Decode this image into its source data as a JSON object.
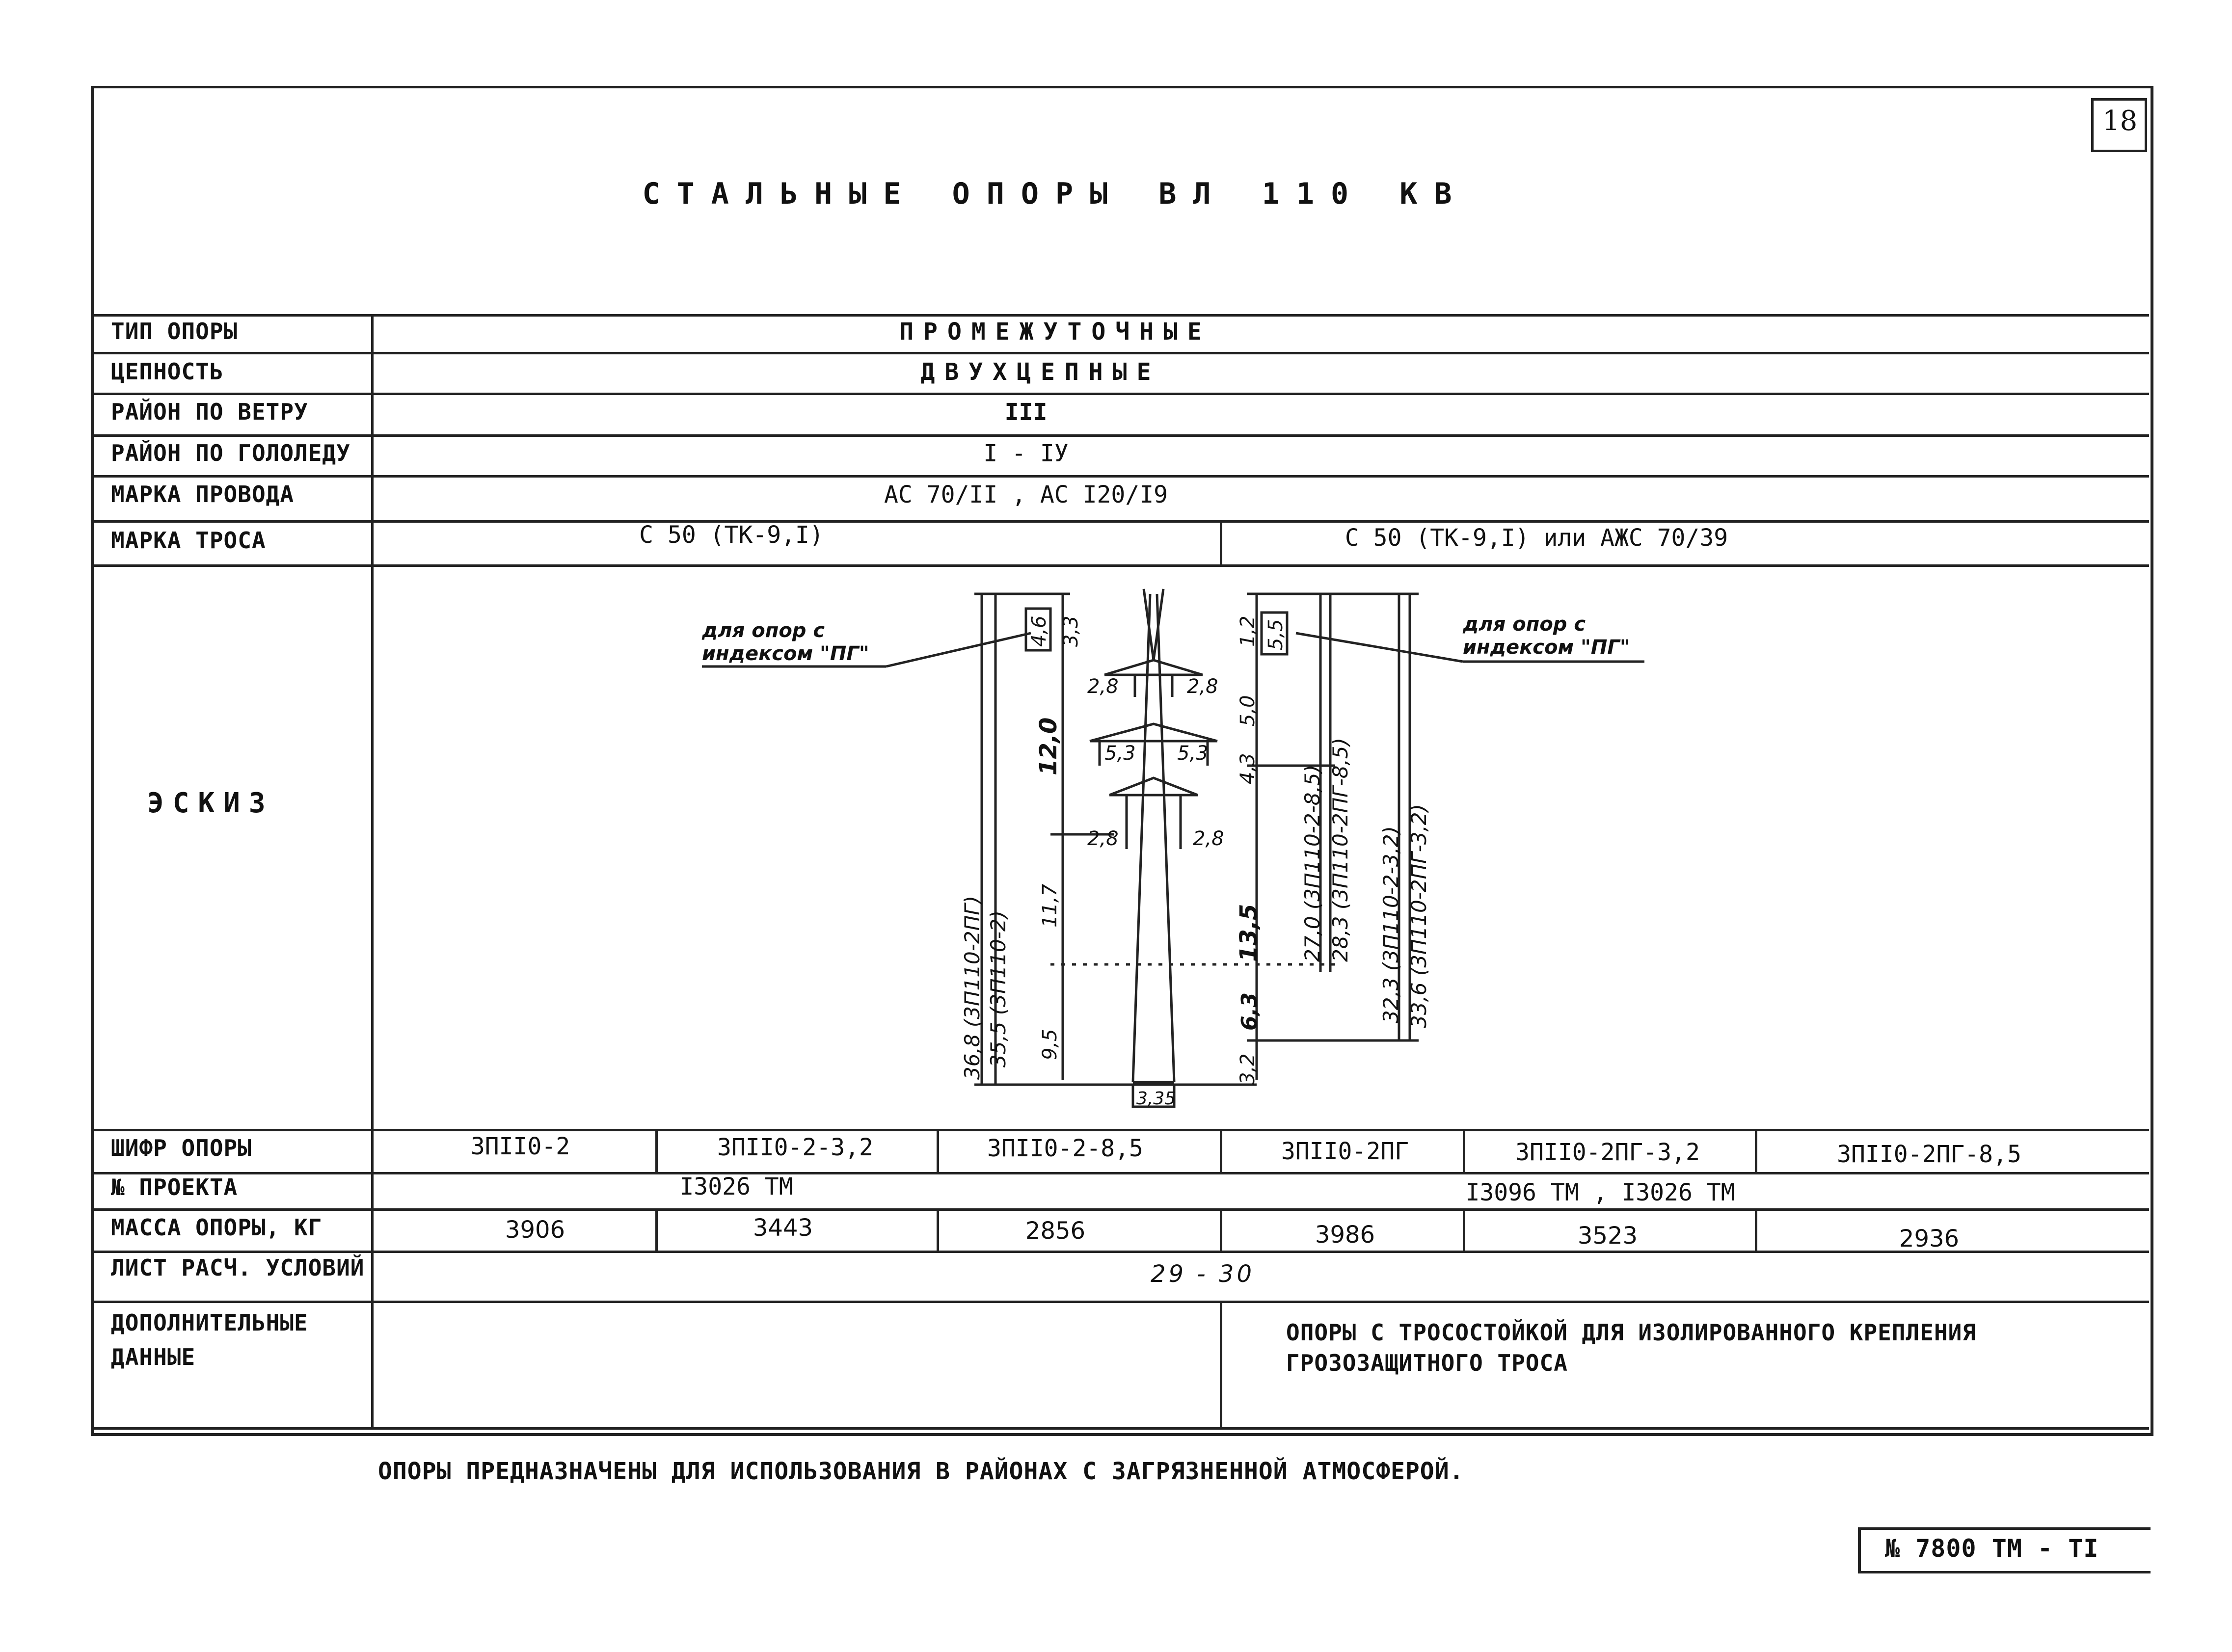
{
  "sheet_number": "18",
  "title": "СТАЛЬНЫЕ ОПОРЫ ВЛ 110 КВ",
  "rows": {
    "type": {
      "label": "ТИП ОПОРЫ",
      "value": "ПРОМЕЖУТОЧНЫЕ"
    },
    "circuits": {
      "label": "ЦЕПНОСТЬ",
      "value": "ДВУХЦЕПНЫЕ"
    },
    "wind": {
      "label": "РАЙОН ПО ВЕТРУ",
      "value": "III"
    },
    "ice": {
      "label": "РАЙОН ПО ГОЛОЛЕДУ",
      "value": "I - IУ"
    },
    "wire": {
      "label": "МАРКА ПРОВОДА",
      "value": "АС 70/II , АС I20/I9"
    },
    "cable": {
      "label": "МАРКА ТРОСА",
      "left": "С 50 (ТК-9,I)",
      "right": "С 50 (ТК-9,I) или АЖС 70/39"
    },
    "sketch": {
      "label": "ЭСКИЗ"
    },
    "code": {
      "label": "ШИФР ОПОРЫ",
      "values": [
        "ЗПII0-2",
        "ЗПII0-2-3,2",
        "ЗПII0-2-8,5",
        "ЗПII0-2ПГ",
        "ЗПII0-2ПГ-3,2",
        "ЗПII0-2ПГ-8,5"
      ]
    },
    "project": {
      "label": "№ ПРОЕКТА",
      "left": "I3026 ТМ",
      "right": "I3096 ТМ , I3026 ТМ"
    },
    "mass": {
      "label": "МАССА ОПОРЫ, КГ",
      "values": [
        "3906",
        "3443",
        "2856",
        "3986",
        "3523",
        "2936"
      ]
    },
    "calc_sheet": {
      "label": "ЛИСТ РАСЧ. УСЛОВИЙ",
      "value": "29 - 30"
    },
    "extra": {
      "label_line1": "ДОПОЛНИТЕЛЬНЫЕ",
      "label_line2": "ДАННЫЕ",
      "value_line1": "ОПОРЫ С ТРОСОСТОЙКОЙ ДЛЯ ИЗОЛИРОВАННОГО КРЕПЛЕНИЯ",
      "value_line2": "ГРОЗОЗАЩИТНОГО ТРОСА"
    }
  },
  "footnote": "ОПОРЫ ПРЕДНАЗНАЧЕНЫ ДЛЯ ИСПОЛЬЗОВАНИЯ В РАЙОНАХ С ЗАГРЯЗНЕННОЙ АТМОСФЕРОЙ.",
  "doc_number": "№ 7800 ТМ - ТI",
  "sketch": {
    "note_left_1": "для опор с",
    "note_left_2": "индексом \"ПГ\"",
    "note_right_1": "для опор с",
    "note_right_2": "индексом \"ПГ\"",
    "dims": {
      "d_4_6": "4,6",
      "d_3_3": "3,3",
      "d_1_2": "1,2",
      "d_5_5": "5,5",
      "d_2_8a": "2,8",
      "d_2_8b": "2,8",
      "d_5_0": "5,0",
      "d_12_0": "12,0",
      "d_5_3a": "5,3",
      "d_5_3b": "5,3",
      "d_4_3": "4,3",
      "d_2_8c": "2,8",
      "d_2_8d": "2,8",
      "d_11_7": "11,7",
      "d_13_5": "13,5",
      "d_9_5": "9,5",
      "d_6_3": "6,3",
      "d_3_2": "3,2",
      "d_3_35": "3,35",
      "h_36_8": "36,8 (3П110-2ПГ)",
      "h_35_5": "35,5 (3П110-2)",
      "h_27_0": "27,0 (3П110-2-8,5)",
      "h_28_3": "28,3 (3П110-2ПГ-8,5)",
      "h_32_3": "32,3 (3П110-2-3,2)",
      "h_33_6": "33,6 (3П110-2ПГ-3,2)"
    }
  }
}
